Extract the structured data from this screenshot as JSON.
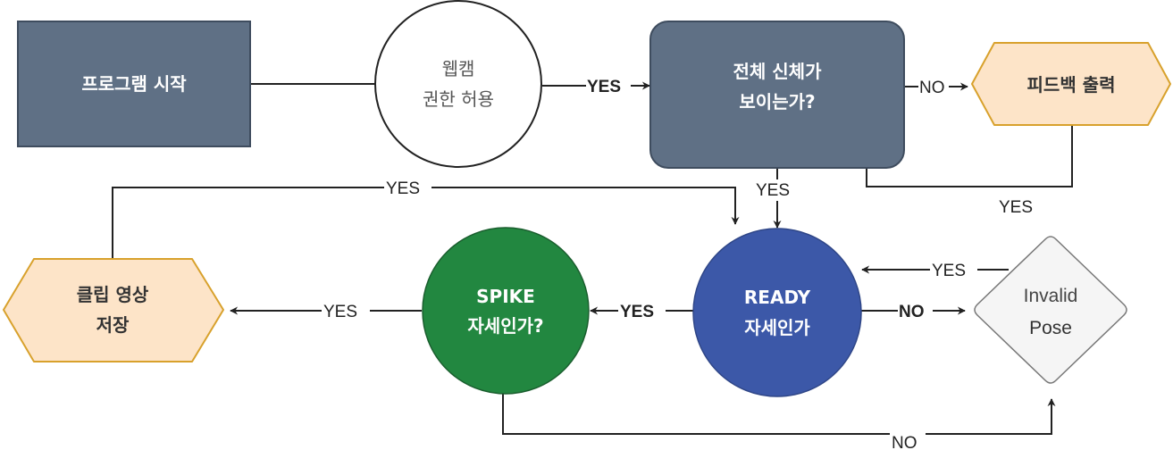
{
  "diagram": {
    "colors": {
      "process_fill": "#5f7085",
      "process_stroke": "#3e4c5e",
      "output_fill": "#fde4c8",
      "output_stroke": "#d8a12c",
      "spike_fill": "#228740",
      "ready_fill": "#3c58a8",
      "invalid_fill": "#f5f5f5",
      "invalid_stroke": "#777777",
      "edge": "#222222",
      "text_light": "#ffffff",
      "text_dark": "#333333"
    },
    "nodes": {
      "start": {
        "label": "프로그램 시작",
        "shape": "rectangle"
      },
      "webcam": {
        "line1": "웹캠",
        "line2": "권한 허용",
        "shape": "circle"
      },
      "full_body": {
        "line1": "전체 신체가",
        "line2": "보이는가?",
        "shape": "rounded-rectangle"
      },
      "feedback": {
        "label": "피드백 출력",
        "shape": "hexagon"
      },
      "clip_save": {
        "line1": "클립 영상",
        "line2": "저장",
        "shape": "hexagon"
      },
      "spike": {
        "line1": "SPIKE",
        "line2": "자세인가?",
        "shape": "circle"
      },
      "ready": {
        "line1": "READY",
        "line2": "자세인가",
        "shape": "circle"
      },
      "invalid": {
        "line1": "Invalid",
        "line2": "Pose",
        "shape": "diamond"
      }
    },
    "edges": [
      {
        "from": "start",
        "to": "webcam",
        "label": ""
      },
      {
        "from": "webcam",
        "to": "full_body",
        "label": "YES"
      },
      {
        "from": "full_body",
        "to": "feedback",
        "label": "NO"
      },
      {
        "from": "feedback",
        "to": "full_body",
        "label": "YES"
      },
      {
        "from": "full_body",
        "to": "ready",
        "label": "YES"
      },
      {
        "from": "clip_save",
        "to": "ready",
        "label": "YES"
      },
      {
        "from": "ready",
        "to": "spike",
        "label": "YES"
      },
      {
        "from": "spike",
        "to": "clip_save",
        "label": "YES"
      },
      {
        "from": "ready",
        "to": "invalid",
        "label": "NO"
      },
      {
        "from": "invalid",
        "to": "ready",
        "label": "YES"
      },
      {
        "from": "spike",
        "to": "invalid",
        "label": "NO"
      }
    ]
  }
}
